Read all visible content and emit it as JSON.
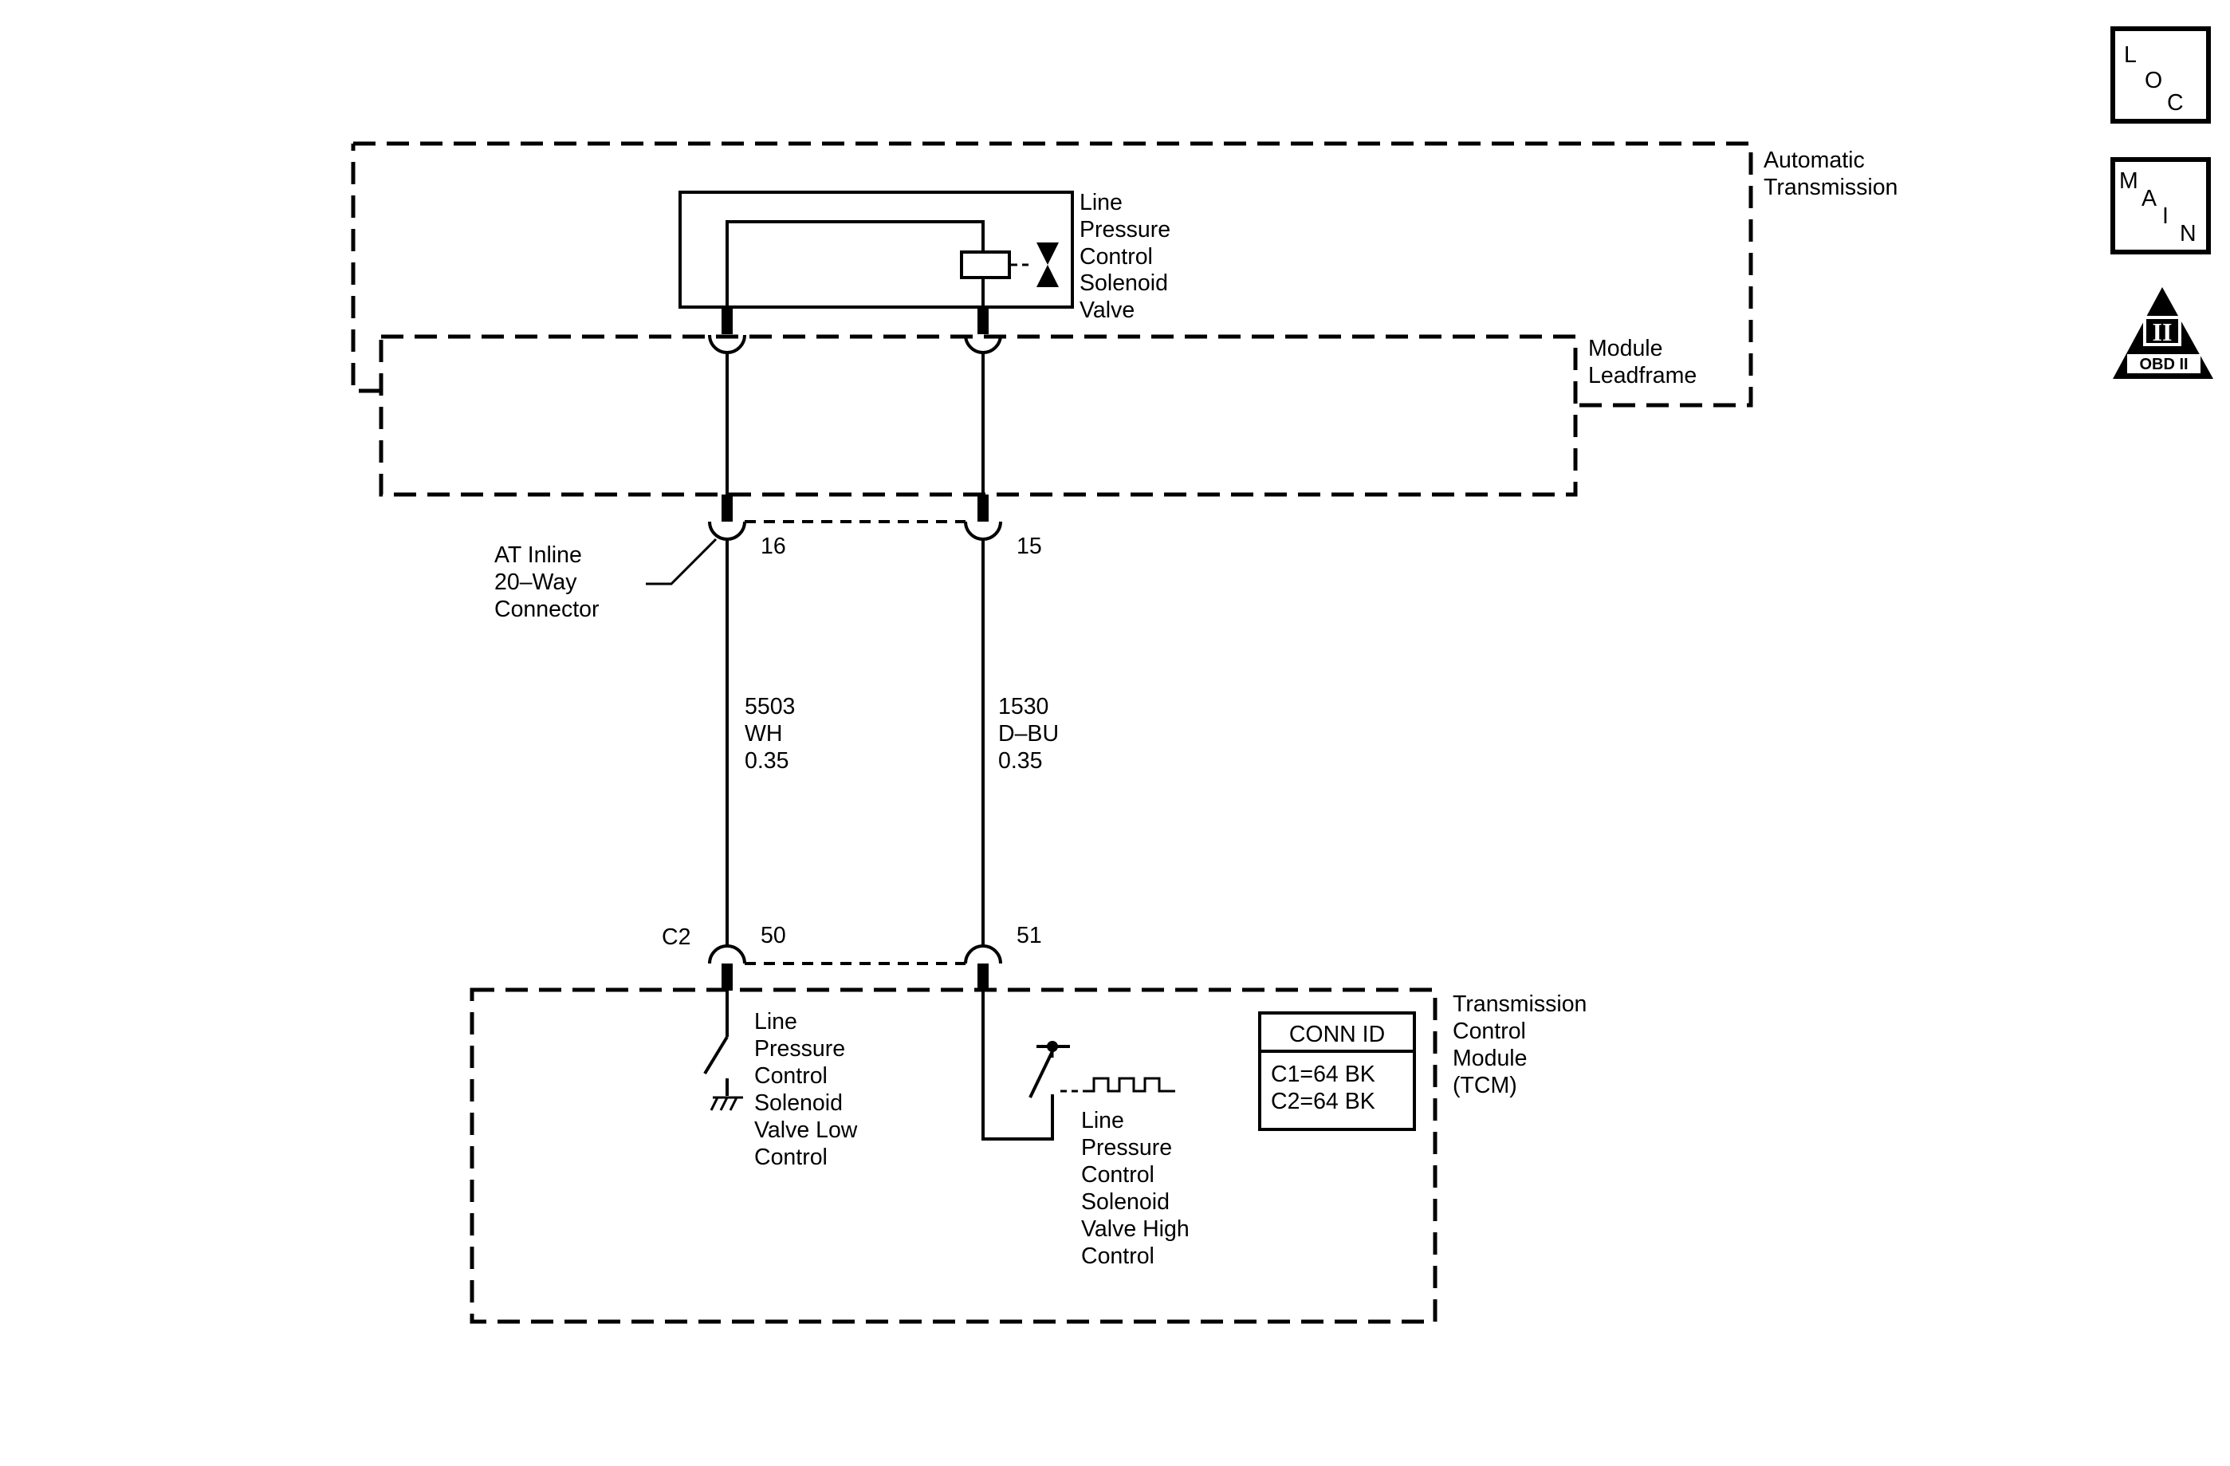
{
  "nav_icons": {
    "loc": {
      "l1": "L",
      "l2": "O",
      "l3": "C"
    },
    "main": {
      "l1": "M",
      "l2": "A",
      "l3": "I",
      "l4": "N"
    },
    "obd": {
      "roman": "II",
      "label": "OBD II"
    }
  },
  "components": {
    "auto_trans": [
      "Automatic",
      "Transmission"
    ],
    "module_leadframe": [
      "Module",
      "Leadframe"
    ],
    "solenoid": [
      "Line",
      "Pressure",
      "Control",
      "Solenoid",
      "Valve"
    ],
    "inline_connector": [
      "AT Inline",
      "20–Way",
      "Connector"
    ],
    "tcm": [
      "Transmission",
      "Control",
      "Module",
      "(TCM)"
    ]
  },
  "pins": {
    "inline_left": "16",
    "inline_right": "15",
    "tcm_connector": "C2",
    "tcm_left": "50",
    "tcm_right": "51"
  },
  "wires": {
    "left": [
      "5503",
      "WH",
      "0.35"
    ],
    "right": [
      "1530",
      "D–BU",
      "0.35"
    ]
  },
  "tcm_circuits": {
    "low": [
      "Line",
      "Pressure",
      "Control",
      "Solenoid",
      "Valve Low",
      "Control"
    ],
    "high": [
      "Line",
      "Pressure",
      "Control",
      "Solenoid",
      "Valve High",
      "Control"
    ]
  },
  "conn_id": {
    "title": "CONN ID",
    "rows": [
      "C1=64 BK",
      "C2=64 BK"
    ]
  }
}
